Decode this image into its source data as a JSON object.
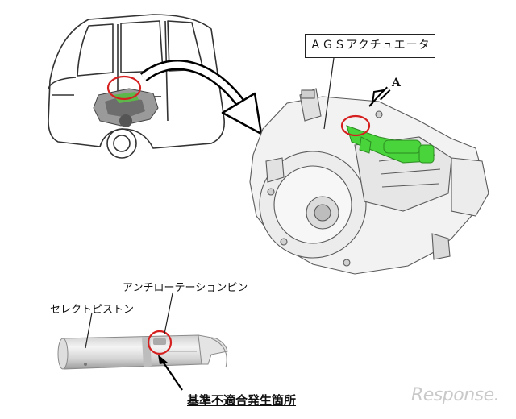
{
  "labels": {
    "ags_actuator": "ＡＧＳアクチュエータ",
    "view_a": "A",
    "anti_rotation_pin": "アンチローテーションピン",
    "select_piston": "セレクトピストン",
    "defect_location": "基準不適合発生箇所"
  },
  "watermark": "Response."
}
